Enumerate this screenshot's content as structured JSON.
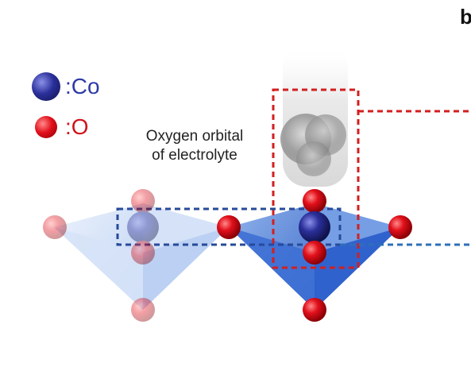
{
  "panel_label": "b",
  "legend": {
    "cobalt": {
      "label": ":Co",
      "color": "#2a2f8f",
      "text_color": "#2d3aa6",
      "icon": "cobalt-atom"
    },
    "oxygen": {
      "label": ":O",
      "color": "#d8101a",
      "text_color": "#d0131c",
      "icon": "oxygen-atom"
    }
  },
  "annotation": {
    "line1": "Oxygen orbital",
    "line2": "of electrolyte"
  },
  "colors": {
    "highlight_box": "#d21f1f",
    "bond_box": "#274a9a",
    "connector_line": "#2e6fb8",
    "polyhedron": "#4f86d9"
  }
}
